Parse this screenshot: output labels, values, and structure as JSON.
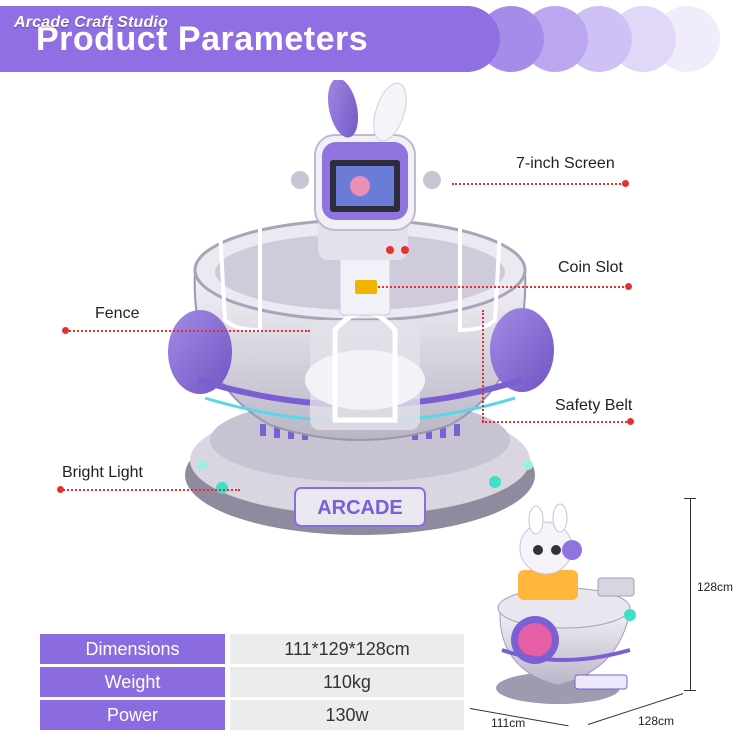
{
  "header": {
    "brand": "Arcade Craft Studio",
    "title": "Product Parameters"
  },
  "callouts": {
    "screen": "7-inch Screen",
    "coin_slot": "Coin Slot",
    "fence": "Fence",
    "safety_belt": "Safety Belt",
    "bright_light": "Bright Light"
  },
  "specs": [
    {
      "label": "Dimensions",
      "value": "111*129*128cm"
    },
    {
      "label": "Weight",
      "value": "110kg"
    },
    {
      "label": "Power",
      "value": "130w"
    }
  ],
  "dimensions": {
    "height": "128cm",
    "width": "111cm",
    "depth": "128cm"
  },
  "product_badge": "ARCADE",
  "colors": {
    "accent_purple": "#8b6be0",
    "callout_red": "#e53030",
    "value_bg": "#ececec"
  }
}
